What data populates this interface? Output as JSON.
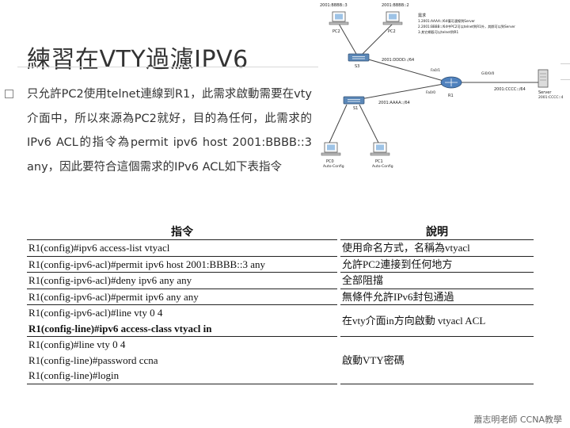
{
  "title": "練習在VTY過濾IPV6",
  "body": "只允許PC2使用telnet連線到R1，此需求啟動需要在vty介面中，所以來源為PC2就好，目的為任何，此需求的IPv6 ACL的指令為permit ipv6 host 2001:BBBB::3 any，因此要符合這個需求的IPv6 ACL如下表指令",
  "table": {
    "headers": [
      "指令",
      "說明"
    ],
    "rows": [
      {
        "cmds": [
          "R1(config)#ipv6 access-list vtyacl"
        ],
        "bold": [],
        "desc": "使用命名方式，名稱為vtyacl"
      },
      {
        "cmds": [
          "R1(config-ipv6-acl)#permit ipv6 host 2001:BBBB::3 any"
        ],
        "bold": [],
        "desc": "允許PC2連接到任何地方"
      },
      {
        "cmds": [
          "R1(config-ipv6-acl)#deny ipv6 any any"
        ],
        "bold": [],
        "desc": "全部阻擋"
      },
      {
        "cmds": [
          "R1(config-ipv6-acl)#permit ipv6 any any"
        ],
        "bold": [],
        "desc": "無條件允許IPv6封包通過"
      },
      {
        "cmds": [
          "R1(config-ipv6-acl)#line vty 0 4",
          "R1(config-line)#ipv6 access-class vtyacl in"
        ],
        "bold": [
          1
        ],
        "desc": "在vty介面in方向啟動 vtyacl ACL"
      },
      {
        "cmds": [
          "R1(config)#line vty 0 4",
          "R1(config-line)#password ccna",
          "R1(config-line)#login"
        ],
        "bold": [],
        "desc": "啟動VTY密碼"
      }
    ]
  },
  "diagram": {
    "pc_top_left_addr": "2001:BBBB::3",
    "pc_top_right_addr": "2001:BBBB::2",
    "pc_top_left": "PC2",
    "pc_top_right": "PC2",
    "switch_top_net": "2001:DDDD::/64",
    "switch_top": "S3",
    "router": "R1",
    "router_left_if": "Fa0/1",
    "router_right_if": "Gi0/0/0",
    "router_bottom_if": "Fa0/0",
    "server_net": "2001:CCCC::/64",
    "server": "Server",
    "server_addr": "2001:CCCC::4",
    "switch_bottom_net": "2001:AAAA::/64",
    "switch_bottom": "S1",
    "pc_bottom_left": "PC0",
    "pc_bottom_left_cfg": "Auto-Config",
    "pc_bottom_right": "PC1",
    "pc_bottom_right_cfg": "Auto-Config",
    "notes_header": "需求",
    "notes": [
      "1.2001:AAAA::/64僅可連線到Server",
      "2.2001:BBBB::/64中PC2可以telnet到R1外，其餘可以到Server",
      "3.其它網段可以telnet到R1"
    ]
  },
  "footer": "蕭志明老師 CCNA教學"
}
